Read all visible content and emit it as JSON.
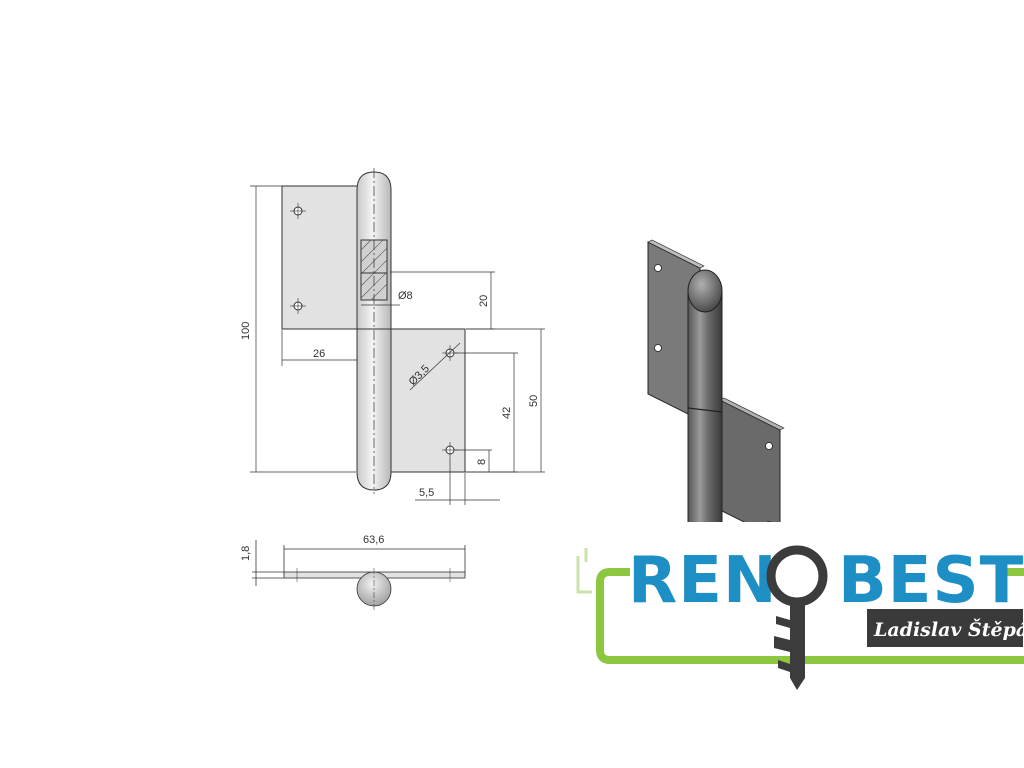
{
  "drawing": {
    "dimensions": {
      "height_total": "100",
      "leaf_width": "26",
      "pin_diameter": "Ø8",
      "pin_offset": "20",
      "hole_diameter": "Ø3,5",
      "hole_spacing": "42",
      "leaf_height": "50",
      "hole_bottom": "8",
      "hole_side": "5,5",
      "total_width": "63,6",
      "thickness": "1,8"
    }
  },
  "logo": {
    "brand_left": "REN",
    "brand_right": "BEST",
    "owner": "Ladislav Štěpán",
    "colors": {
      "brand_blue": "#1e8fc4",
      "frame_green": "#8dc63f",
      "key_dark": "#3c3c3c",
      "owner_bg": "#3a3a3a"
    },
    "icon": "key-icon"
  },
  "render": {
    "metal_light": "#dcdcdc",
    "metal_dark": "#4a4a4a",
    "line": "#333333"
  }
}
